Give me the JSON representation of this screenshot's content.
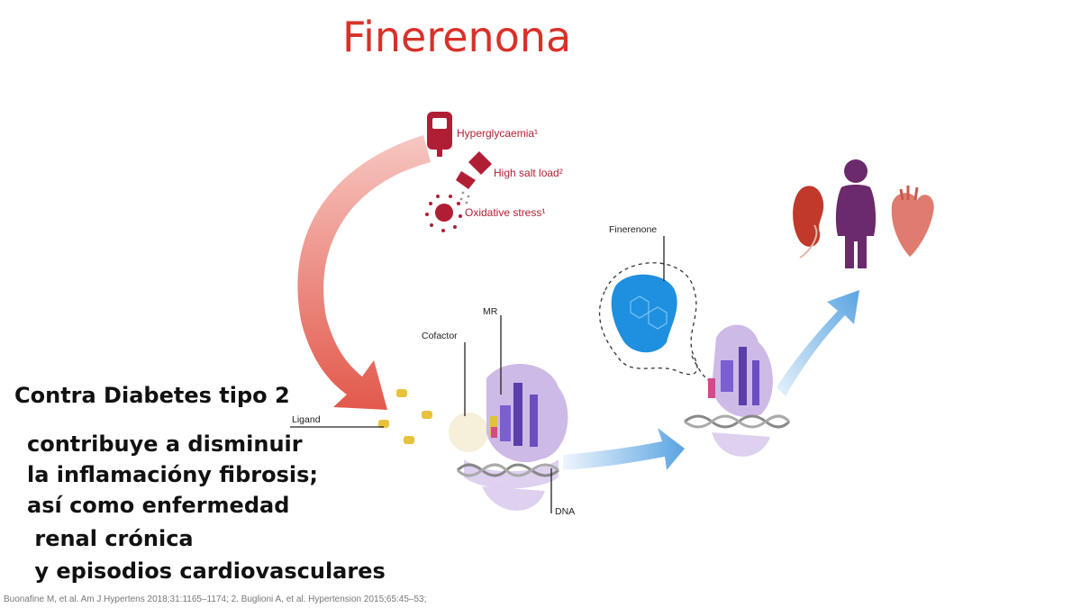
{
  "title": "Finerenona",
  "risk_factors": [
    {
      "label": "Hyperglycaemia¹",
      "icon": "glucometer-icon"
    },
    {
      "label": "High salt load²",
      "icon": "salt-shaker-icon"
    },
    {
      "label": "Oxidative stress¹",
      "icon": "oxidative-stress-icon"
    }
  ],
  "labels": {
    "finerenone": "Finerenone",
    "mr": "MR",
    "cofactor": "Cofactor",
    "ligand": "Ligand",
    "dna": "DNA"
  },
  "overlay": {
    "heading": "Contra Diabetes tipo 2",
    "lines": [
      "contribuye a disminuir",
      "la inflamacióny fibrosis;",
      "así como enfermedad",
      " renal crónica",
      " y episodios cardiovasculares"
    ]
  },
  "references": "Buonafine M, et al. Am J Hypertens 2018;31:1165–1174; 2. Buglioni A, et al. Hypertension 2015;65:45–53;",
  "colors": {
    "title": "#d8312a",
    "risk": "#b01e35",
    "red_arrow": "#e0574b",
    "blue_arrow": "#6aaee6",
    "protein": "#b79bd6",
    "protein_dark": "#5b3ea8",
    "finerenone_blob": "#1f8fe0",
    "person": "#6b2a6b"
  }
}
